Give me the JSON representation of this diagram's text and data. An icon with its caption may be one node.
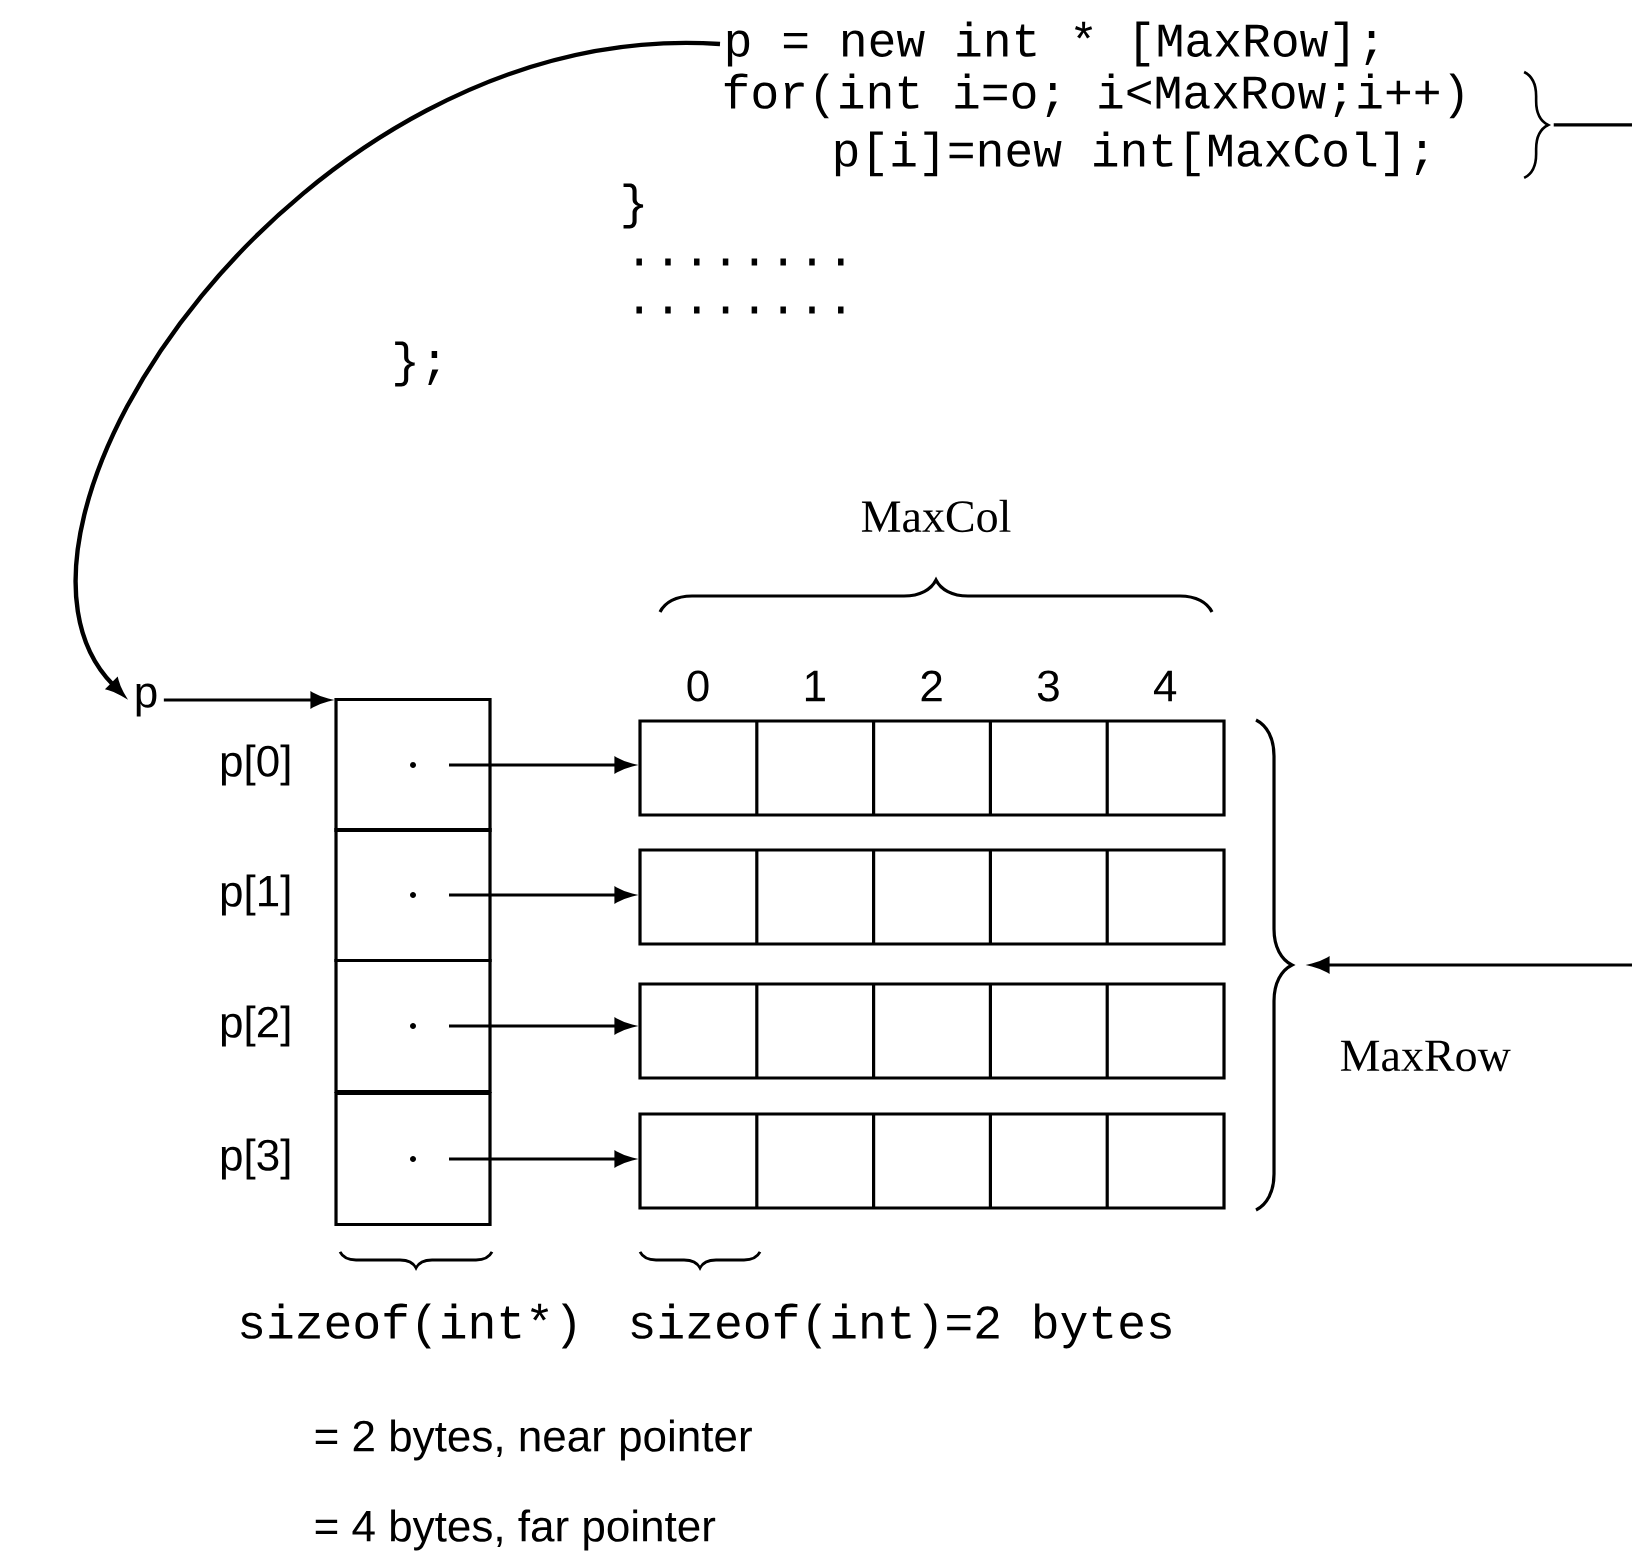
{
  "diagram": {
    "nodes": [
      {
        "text": [
          "p = new int * [MaxRow];"
        ]
      },
      {
        "text": [
          "for(int i=o; i<MaxRow;i++)",
          "p[i]=new int[MaxCol];"
        ]
      },
      {
        "text": [
          "p"
        ]
      },
      {
        "text": [],
        "shape": "box",
        "beside": [
          "p[0]"
        ]
      },
      {
        "text": [],
        "shape": "box",
        "beside": [
          "p[1]"
        ]
      },
      {
        "text": [],
        "shape": "box",
        "beside": [
          "p[2]"
        ]
      },
      {
        "text": [],
        "shape": "box",
        "beside": [
          "p[3]"
        ]
      },
      {
        "text": [],
        "shape": "box",
        "beside": [
          "0",
          "1",
          "2",
          "3",
          "4"
        ]
      },
      {
        "text": [],
        "shape": "box"
      },
      {
        "text": [],
        "shape": "box"
      },
      {
        "text": [],
        "shape": "box"
      },
      {
        "text": [],
        "shape": "brace",
        "beside": [
          "MaxRow"
        ]
      }
    ],
    "edges": [
      {
        "from": 0,
        "to": 2,
        "arrow": "to"
      },
      {
        "from": 2,
        "to": 3,
        "arrow": "to"
      },
      {
        "from": 3,
        "to": 7,
        "arrow": "to"
      },
      {
        "from": 4,
        "to": 8,
        "arrow": "to"
      },
      {
        "from": 5,
        "to": 9,
        "arrow": "to"
      },
      {
        "from": 6,
        "to": 10,
        "arrow": "to"
      },
      {
        "from": 1,
        "to": null,
        "arrow": "none"
      },
      {
        "from": null,
        "to": 11,
        "arrow": "to"
      }
    ],
    "labels": [
      "}",
      "........",
      "........",
      "};",
      "MaxCol",
      "sizeof(int*)",
      "sizeof(int)=2 bytes",
      "= 2 bytes, near pointer",
      "= 4 bytes, far pointer"
    ]
  }
}
